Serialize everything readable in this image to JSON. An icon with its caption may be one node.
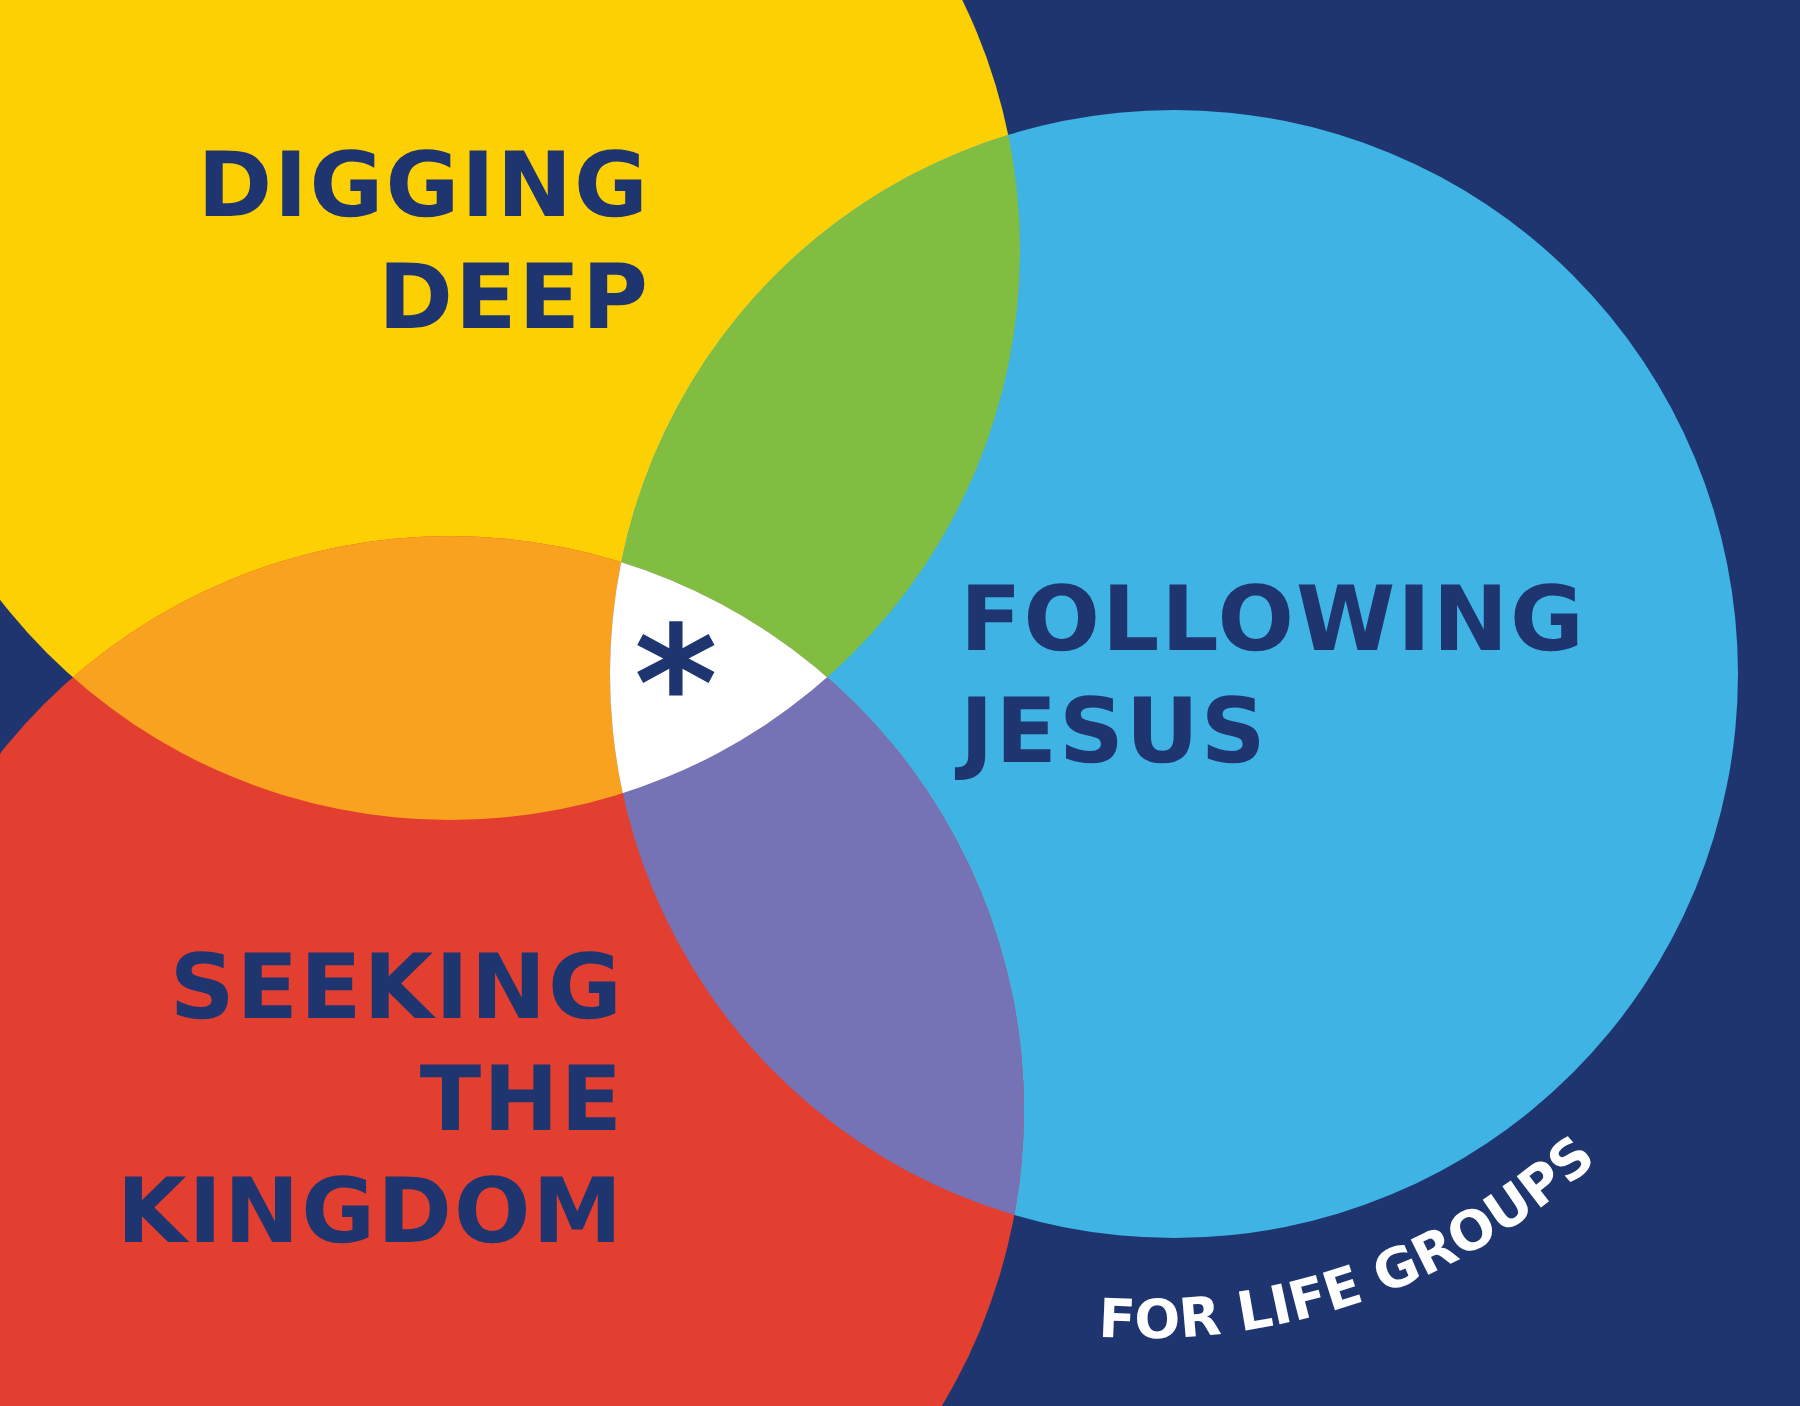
{
  "diagram": {
    "nodes": [
      {
        "text": [
          "DIGGING DEEP"
        ]
      },
      {
        "text": [
          "FOLLOWING JESUS"
        ]
      },
      {
        "text": [
          "SEEKING THE KINGDOM"
        ]
      }
    ],
    "labels": [
      "*",
      "FOR LIFE GROUPS"
    ]
  }
}
